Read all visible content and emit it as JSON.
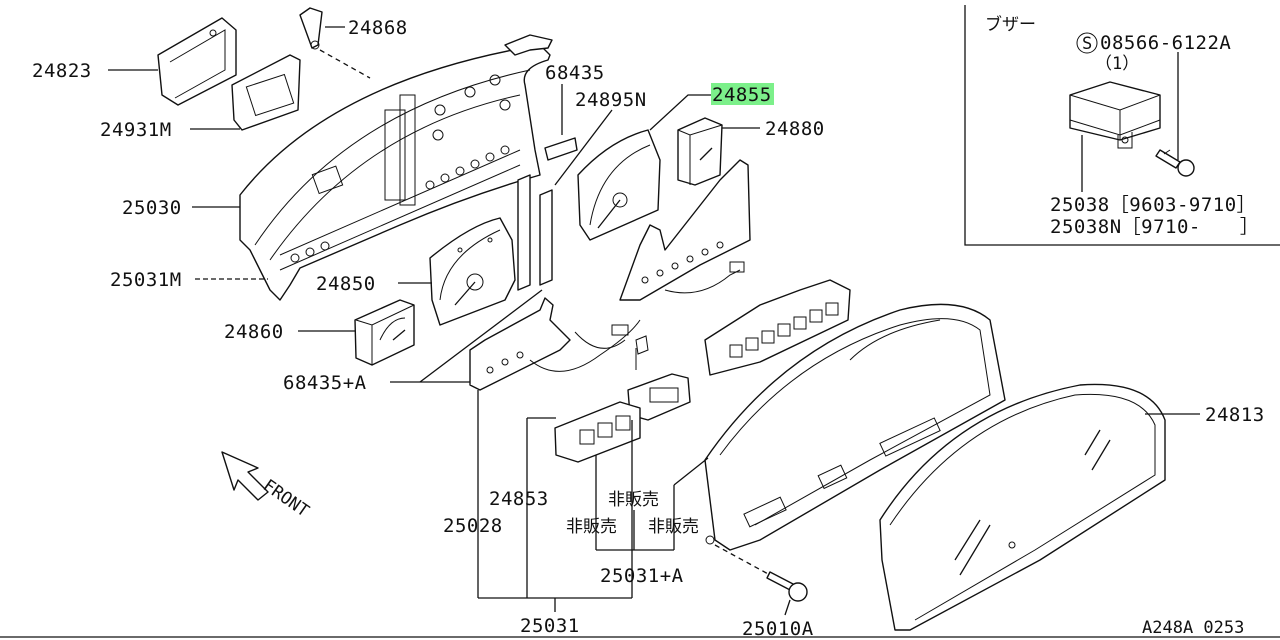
{
  "diagram_id": "A248A 0253",
  "direction_label": "FRONT",
  "buzzer_box": {
    "title": "ブザー",
    "screw_part": "08566-6122A",
    "screw_qty": "（1）",
    "buzzer_part_1": "25038［9603-9710］",
    "buzzer_part_2": "25038N［9710-　　］"
  },
  "callouts": {
    "p24823": "24823",
    "p24868": "24868",
    "p24931M": "24931M",
    "p25030": "25030",
    "p25031M": "25031M",
    "p24850": "24850",
    "p24860": "24860",
    "p68435A": "68435+A",
    "p68435": "68435",
    "p24895N": "24895N",
    "p24855": "24855",
    "p24880": "24880",
    "p24853": "24853",
    "p25028": "25028",
    "p25031A": "25031+A",
    "p25031": "25031",
    "p25010A": "25010A",
    "p24813": "24813",
    "not_sold_1": "非販売",
    "not_sold_2": "非販売",
    "not_sold_3": "非販売"
  },
  "highlight": {
    "part": "24855",
    "color": "#7cf08a"
  }
}
